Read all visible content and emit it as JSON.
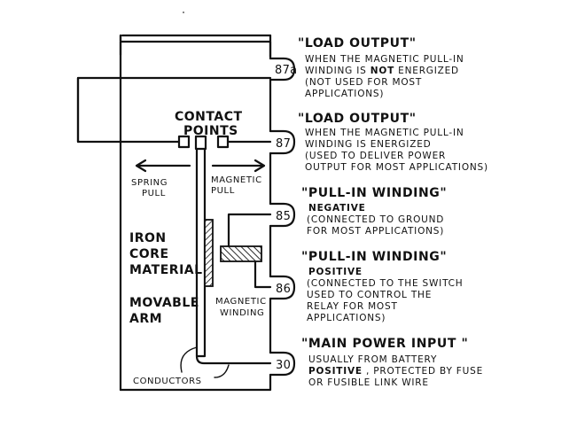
{
  "diagram": {
    "contact_points_label": [
      "CONTACT",
      "POINTS"
    ],
    "spring_pull_label": [
      "SPRING",
      "PULL"
    ],
    "magnetic_pull_label": [
      "MAGNETIC",
      "PULL"
    ],
    "iron_core_label": [
      "IRON",
      "CORE",
      "MATERIAL"
    ],
    "movable_arm_label": [
      "MOVABLE",
      "ARM"
    ],
    "magnetic_winding_label": [
      "MAGNETIC",
      "WINDING"
    ],
    "conductors_label": "CONDUCTORS"
  },
  "terminals": [
    {
      "id": "87a",
      "title": "\"LOAD OUTPUT\"",
      "lines": [
        {
          "text": "WHEN THE MAGNETIC PULL-IN",
          "bold_part": ""
        },
        {
          "text": "WINDING IS ",
          "bold_part": "NOT",
          "after": " ENERGIZED"
        },
        {
          "text": "(NOT USED FOR MOST",
          "bold_part": ""
        },
        {
          "text": "APPLICATIONS)",
          "bold_part": ""
        }
      ]
    },
    {
      "id": "87",
      "title": "\"LOAD OUTPUT\"",
      "lines": [
        {
          "text": "WHEN THE MAGNETIC PULL-IN",
          "bold_part": ""
        },
        {
          "text": "WINDING IS ENERGIZED",
          "bold_part": ""
        },
        {
          "text": "(USED TO DELIVER POWER",
          "bold_part": ""
        },
        {
          "text": "OUTPUT FOR MOST APPLICATIONS)",
          "bold_part": ""
        }
      ]
    },
    {
      "id": "85",
      "title": "\"PULL-IN WINDING\"",
      "lines": [
        {
          "text": "",
          "bold_part": "NEGATIVE"
        },
        {
          "text": "(CONNECTED TO GROUND",
          "bold_part": ""
        },
        {
          "text": "FOR MOST APPLICATIONS)",
          "bold_part": ""
        }
      ]
    },
    {
      "id": "86",
      "title": "\"PULL-IN WINDING\"",
      "lines": [
        {
          "text": "",
          "bold_part": "POSITIVE"
        },
        {
          "text": "(CONNECTED TO THE SWITCH",
          "bold_part": ""
        },
        {
          "text": "USED TO CONTROL THE",
          "bold_part": ""
        },
        {
          "text": "RELAY FOR MOST",
          "bold_part": ""
        },
        {
          "text": "APPLICATIONS)",
          "bold_part": ""
        }
      ]
    },
    {
      "id": "30",
      "title": "\"MAIN POWER INPUT \"",
      "lines": [
        {
          "text": "USUALLY FROM BATTERY",
          "bold_part": ""
        },
        {
          "text": "",
          "bold_part": "POSITIVE",
          "after": " , PROTECTED BY FUSE"
        },
        {
          "text": "OR FUSIBLE LINK WIRE",
          "bold_part": ""
        }
      ]
    }
  ]
}
